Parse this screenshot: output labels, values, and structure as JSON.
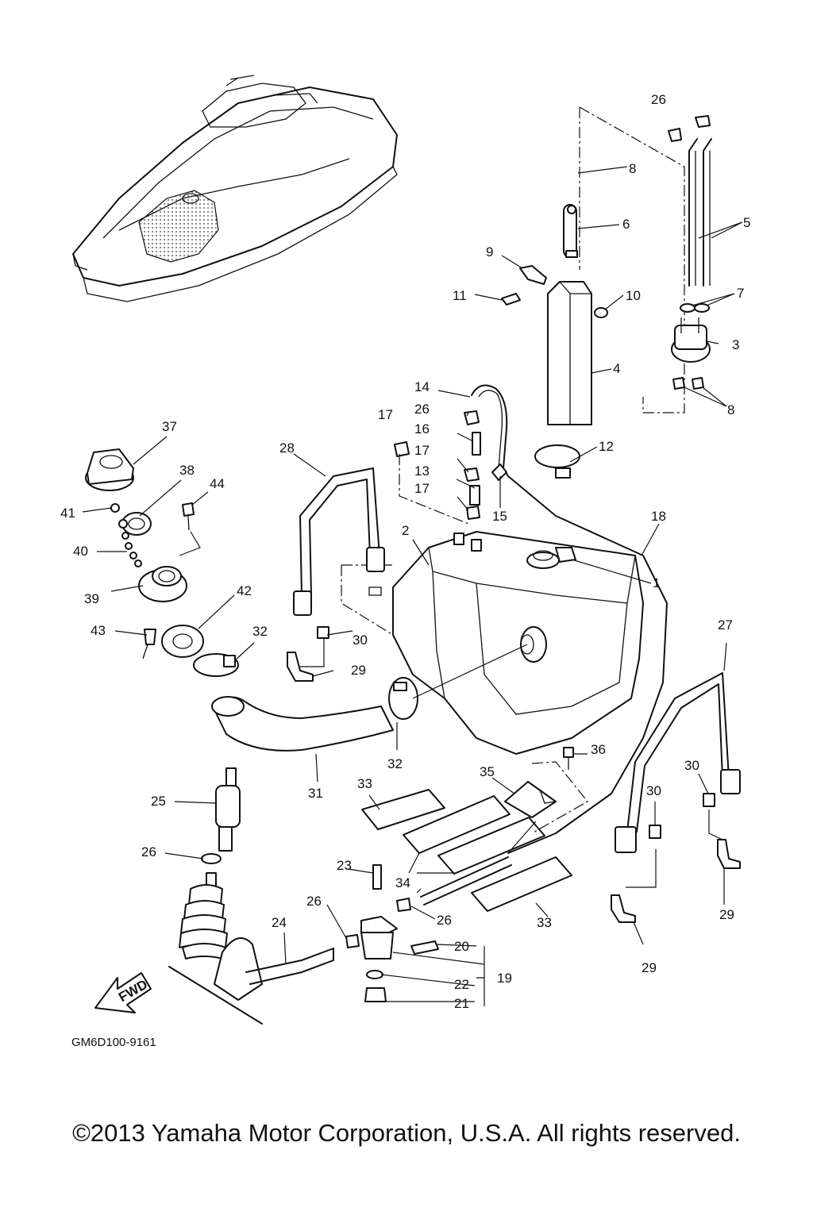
{
  "diagram": {
    "code": "GM6D100-9161",
    "direction_label": "FWD",
    "callouts": [
      "1",
      "2",
      "3",
      "4",
      "5",
      "6",
      "7",
      "8",
      "8",
      "9",
      "10",
      "11",
      "12",
      "13",
      "14",
      "15",
      "16",
      "17",
      "17",
      "17",
      "18",
      "19",
      "20",
      "21",
      "22",
      "23",
      "24",
      "25",
      "26",
      "26",
      "26",
      "26",
      "26",
      "27",
      "28",
      "29",
      "29",
      "29",
      "30",
      "30",
      "30",
      "31",
      "32",
      "32",
      "33",
      "33",
      "34",
      "35",
      "36",
      "37",
      "38",
      "39",
      "40",
      "41",
      "42",
      "43",
      "44"
    ]
  },
  "footer": {
    "copyright": "©2013 Yamaha Motor Corporation, U.S.A. All rights reserved."
  }
}
